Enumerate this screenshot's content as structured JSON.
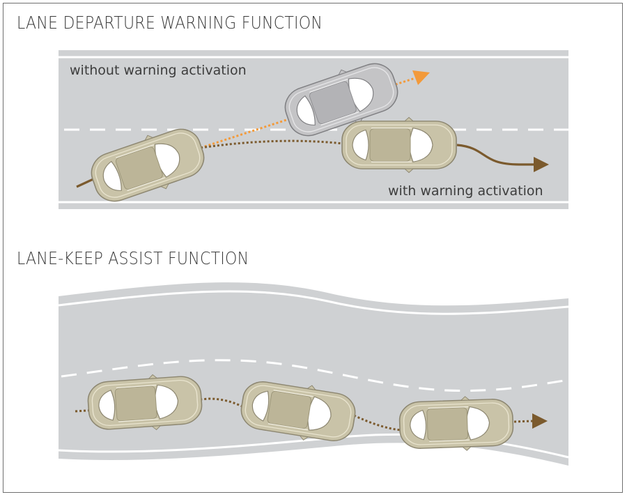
{
  "sections": {
    "lane_departure": {
      "title": "LANE DEPARTURE WARNING FUNCTION",
      "label_without": "without warning activation",
      "label_with": "with warning activation"
    },
    "lane_keep": {
      "title": "LANE-KEEP ASSIST FUNCTION"
    }
  },
  "colors": {
    "road": "#cfd1d3",
    "lane_marking": "#ffffff",
    "car_tan": "#c9c3a8",
    "car_gray": "#c4c4c6",
    "path_brown": "#7b5a2d",
    "path_orange": "#f39a3a",
    "border": "#6f6f6f"
  },
  "icons": {
    "car": "car-icon",
    "arrow": "arrow-head-icon"
  }
}
